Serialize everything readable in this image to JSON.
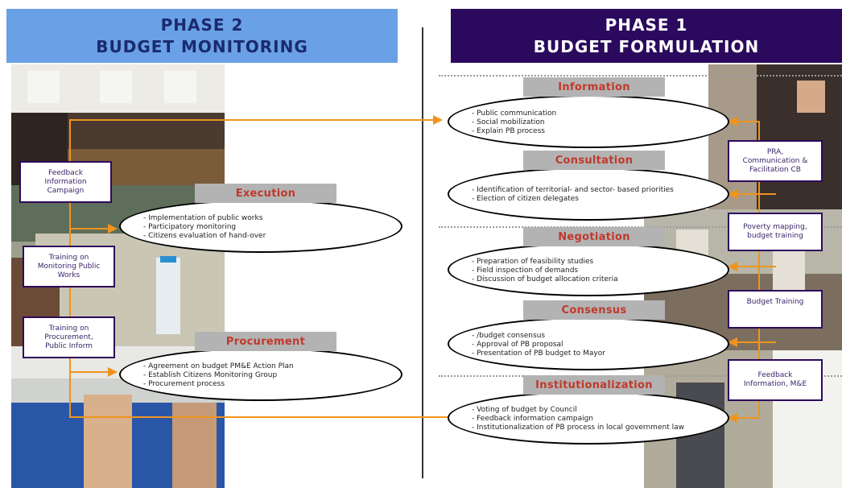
{
  "colors": {
    "phase2_bg": "#6aa0e6",
    "phase2_text": "#1a2a6e",
    "phase1_bg": "#2b0a5e",
    "phase1_text": "#ffffff",
    "accent": "#f0941e",
    "label_text": "#c0392b"
  },
  "phase2": {
    "line1": "PHASE 2",
    "line2": "BUDGET MONITORING"
  },
  "phase1": {
    "line1": "PHASE 1",
    "line2": "BUDGET FORMULATION"
  },
  "left_steps": [
    {
      "label": "Execution",
      "items": [
        "- Implementation of public works",
        "- Participatory monitoring",
        "- Citizens evaluation of hand-over"
      ]
    },
    {
      "label": "Procurement",
      "items": [
        "- Agreement on budget PM&E Action Plan",
        "- Establish Citizens Monitoring Group",
        "- Procurement process"
      ]
    }
  ],
  "right_steps": [
    {
      "label": "Information",
      "items": [
        "- Public communication",
        "- Social mobilization",
        "- Explain PB process"
      ]
    },
    {
      "label": "Consultation",
      "items": [
        "- Identification of territorial- and sector- based priorities",
        "- Election of citizen delegates"
      ]
    },
    {
      "label": "Negotiation",
      "items": [
        "- Preparation of feasibility studies",
        "- Field inspection of demands",
        "- Discussion of budget allocation criteria"
      ]
    },
    {
      "label": "Consensus",
      "items": [
        "- /budget consensus",
        "- Approval of PB proposal",
        "- Presentation of PB budget to Mayor"
      ]
    },
    {
      "label": "Institutionalization",
      "items": [
        "- Voting of budget by Council",
        "- Feedback information campaign",
        "- Institutionalization of PB process in local government law"
      ]
    }
  ],
  "left_side_boxes": [
    {
      "lines": [
        "Feedback",
        "Information",
        "Campaign"
      ]
    },
    {
      "lines": [
        "Training on",
        "Monitoring Public",
        "Works"
      ]
    },
    {
      "lines": [
        "Training on",
        "Procurement,",
        "Public Inform"
      ]
    }
  ],
  "right_side_boxes": [
    {
      "lines": [
        "PRA,",
        "Communication &",
        "Facilitation CB"
      ]
    },
    {
      "lines": [
        "Poverty mapping,",
        "budget training"
      ]
    },
    {
      "lines": [
        "Budget Training"
      ]
    },
    {
      "lines": [
        "Feedback",
        "Information, M&E"
      ]
    }
  ]
}
